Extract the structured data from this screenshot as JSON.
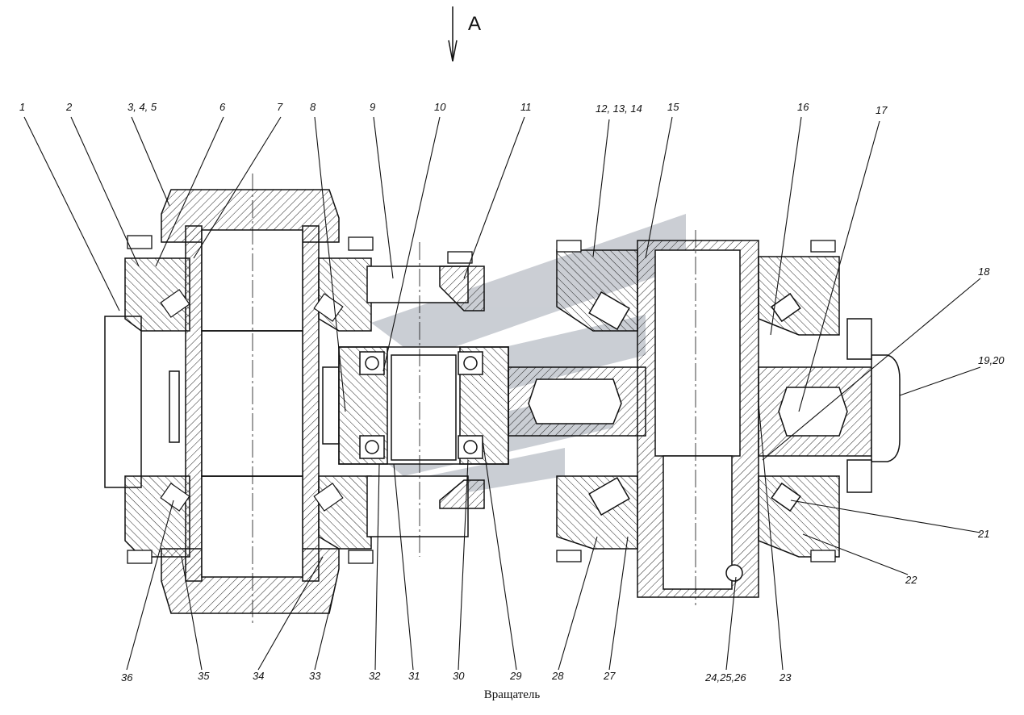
{
  "view_label": "A",
  "caption": "Вращатель",
  "callouts_top": [
    "1",
    "2",
    "3, 4, 5",
    "6",
    "7",
    "8",
    "9",
    "10",
    "11",
    "12, 13, 14",
    "15",
    "16",
    "17"
  ],
  "callouts_right": [
    "18",
    "19,20",
    "21",
    "22"
  ],
  "callouts_bottom": [
    "36",
    "35",
    "34",
    "33",
    "32",
    "31",
    "30",
    "29",
    "28",
    "27",
    "24,25,26",
    "23"
  ],
  "colors": {
    "line": "#111111",
    "watermark": "#b9bec6"
  }
}
